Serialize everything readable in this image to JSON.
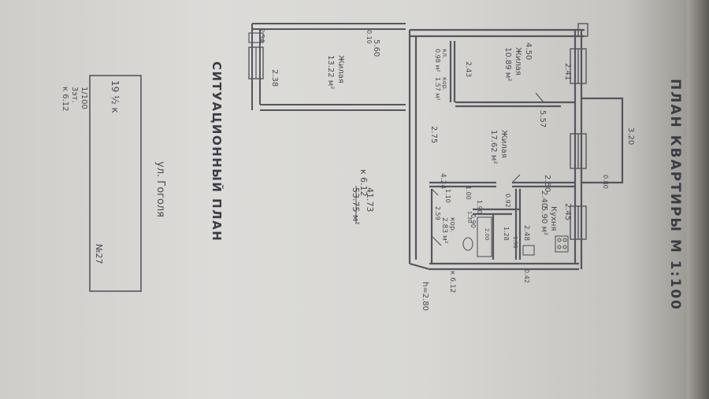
{
  "document": {
    "title": "ПЛАН КВАРТИРЫ М 1:100",
    "situation_title": "СИТУАЦИОННЫЙ ПЛАН",
    "street": "ул. Гоголя",
    "site_block": {
      "label": "19 ½ к",
      "number": "№27",
      "note_1": "1/100",
      "note_2": "3эт.",
      "note_3": "к 6.12"
    },
    "totals": {
      "code": "к 6.12",
      "living": "41.73",
      "total": "53.75 м²"
    },
    "rooms": [
      {
        "name": "Жилая",
        "area": "10.89 м²"
      },
      {
        "name": "Жилая",
        "area": "17.62 м²"
      },
      {
        "name": "Жилая",
        "area": "13.22 м²"
      },
      {
        "name": "Кухня",
        "area": "5.90 м²"
      },
      {
        "name": "кл.",
        "area": "0.98 м²"
      },
      {
        "name": "кор.",
        "area": "1.57 м²"
      },
      {
        "name": "кор.",
        "area": "2.83 м²"
      }
    ],
    "dimensions": {
      "d450": "4.50",
      "d241": "2.41",
      "d557": "5.57",
      "d320": "3.20",
      "d080": "0.80",
      "d250": "2.50",
      "d240": "2.40",
      "d245": "2.45",
      "d424": "4.24",
      "d110": "1.10",
      "d100": "1.00",
      "d190": "1.90",
      "d092": "0.92",
      "d248": "2.48",
      "d128": "1.28",
      "d090": "0.90",
      "d243": "2.43",
      "d275": "2.75",
      "d560": "5.60",
      "d238": "2.38",
      "d254": "2.54",
      "d010": "0.10",
      "d042": "0.42",
      "d612": "к 6.12",
      "d280": "h=2.80",
      "d259": "2.59",
      "d130": "1.30",
      "d200": "2.00",
      "d198": "1.98"
    }
  }
}
